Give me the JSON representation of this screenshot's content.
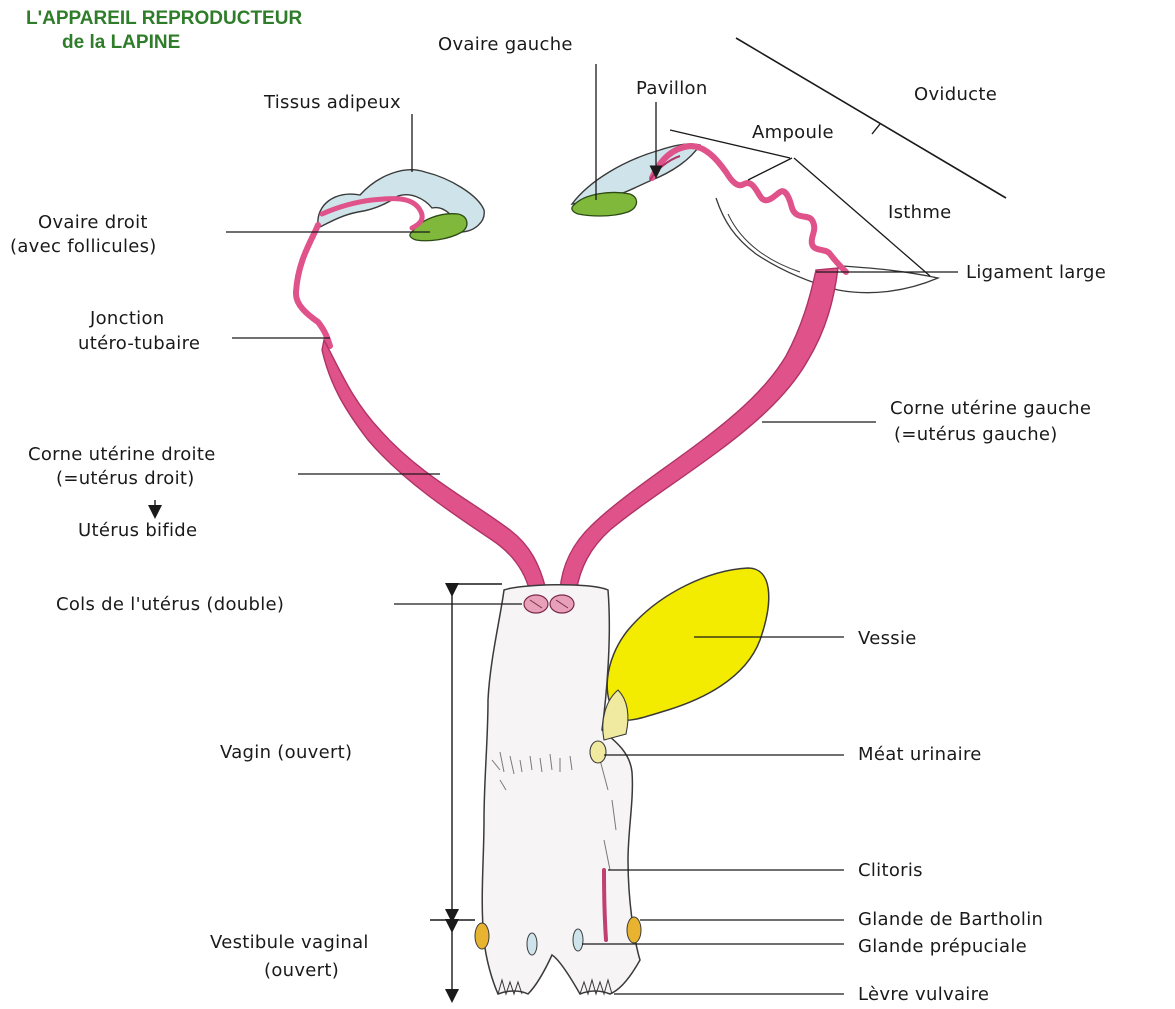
{
  "title": {
    "line1": "L'APPAREIL REPRODUCTEUR",
    "line2": "de la LAPINE"
  },
  "labels": {
    "ovaire_gauche": "Ovaire gauche",
    "pavillon": "Pavillon",
    "oviducte": "Oviducte",
    "ampoule": "Ampoule",
    "tissus_adipeux": "Tissus adipeux",
    "isthme": "Isthme",
    "ovaire_droit": "Ovaire droit",
    "avec_follicules": "(avec follicules)",
    "ligament_large": "Ligament large",
    "jonction": "Jonction",
    "utero_tubaire": "utéro-tubaire",
    "corne_gauche": "Corne utérine gauche",
    "uterus_gauche": "(=utérus gauche)",
    "corne_droite": "Corne utérine droite",
    "uterus_droit": "(=utérus droit)",
    "uterus_bifide": "Utérus bifide",
    "cols": "Cols de l'utérus (double)",
    "vessie": "Vessie",
    "vagin": "Vagin (ouvert)",
    "meat": "Méat urinaire",
    "clitoris": "Clitoris",
    "bartholin": "Glande de Bartholin",
    "vestibule": "Vestibule vaginal",
    "ouvert": "(ouvert)",
    "preputiale": "Glande prépuciale",
    "levre": "Lèvre vulvaire"
  },
  "colors": {
    "uterus": "#e0528a",
    "uterus_dark": "#b03366",
    "adipose": "#cfe3ea",
    "ovary": "#7fb83a",
    "vessie": "#f4ec00",
    "title": "#2f7d2a",
    "vagina": "#f7f4f5",
    "gland": "#e8b330",
    "line": "#1a1a1a"
  }
}
